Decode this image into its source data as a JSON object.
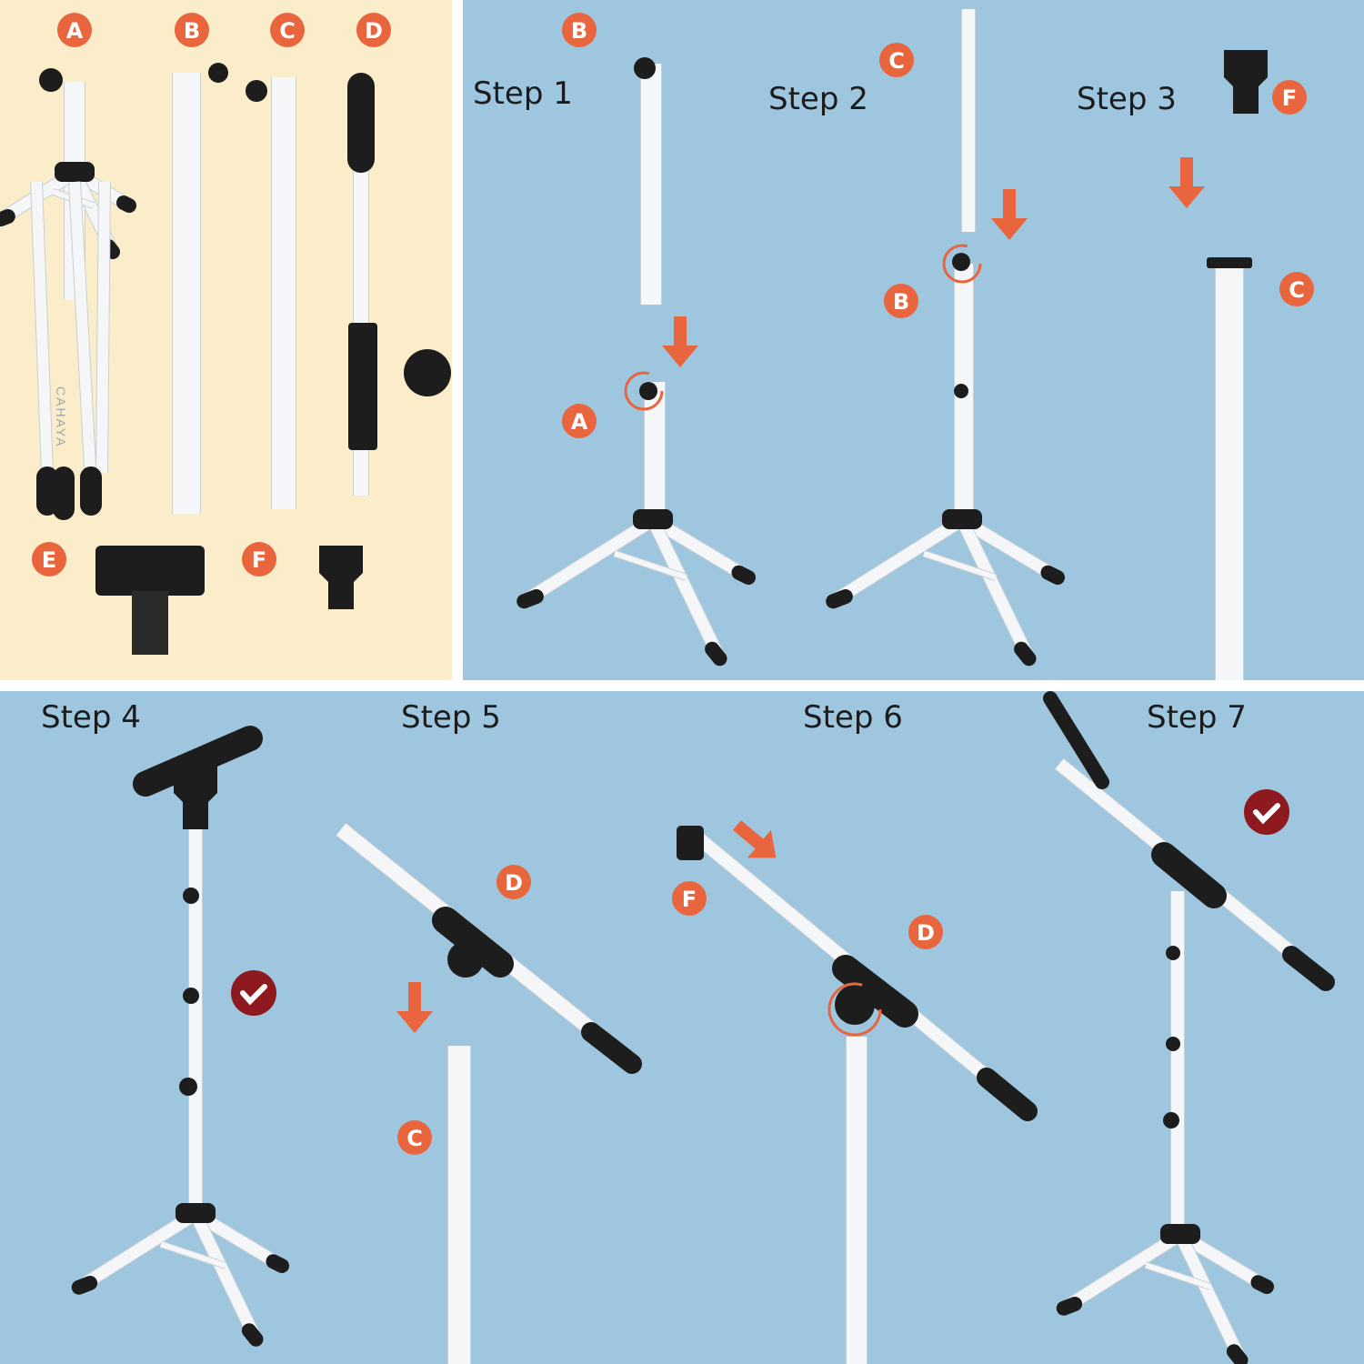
{
  "colors": {
    "cream": "#fbecca",
    "blue": "#9ec6de",
    "orange": "#e8653d",
    "check": "#8e1a1f",
    "pole": "#f4f6f7",
    "black": "#1d1d1d"
  },
  "parts": {
    "A": "A",
    "B": "B",
    "C": "C",
    "D": "D",
    "E": "E",
    "F": "F"
  },
  "brand": "CAHAYA",
  "steps": {
    "s1": "Step 1",
    "s2": "Step 2",
    "s3": "Step 3",
    "s4": "Step 4",
    "s5": "Step 5",
    "s6": "Step 6",
    "s7": "Step 7"
  }
}
